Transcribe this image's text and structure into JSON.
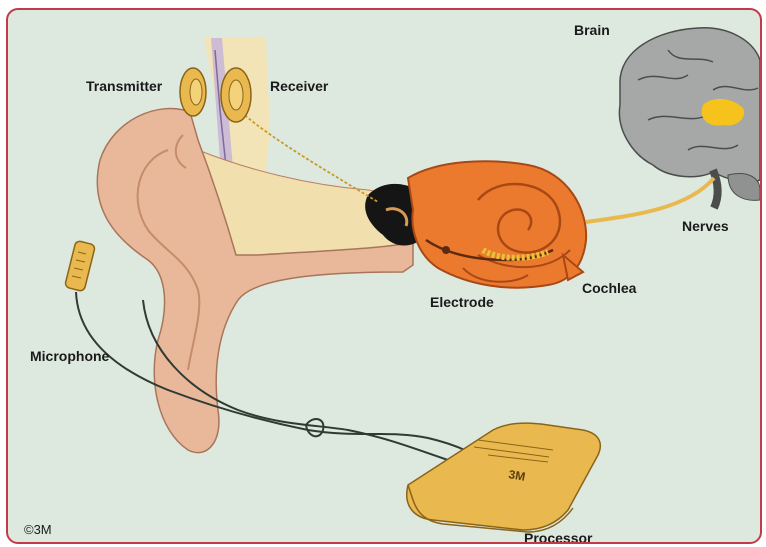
{
  "labels": {
    "transmitter": "Transmitter",
    "receiver": "Receiver",
    "brain": "Brain",
    "nerves": "Nerves",
    "electrode": "Electrode",
    "cochlea": "Cochlea",
    "microphone": "Microphone",
    "processor": "Processor",
    "copyright": "©3M"
  },
  "processor_logo": "3M",
  "colors": {
    "background": "#dde9df",
    "border": "#c23a4a",
    "ear_skin": "#e9b89a",
    "cochlea": "#ec7a2e",
    "device_gold": "#e9b950",
    "brain_gray": "#a5a8a6",
    "brain_highlight": "#f6c21c"
  }
}
